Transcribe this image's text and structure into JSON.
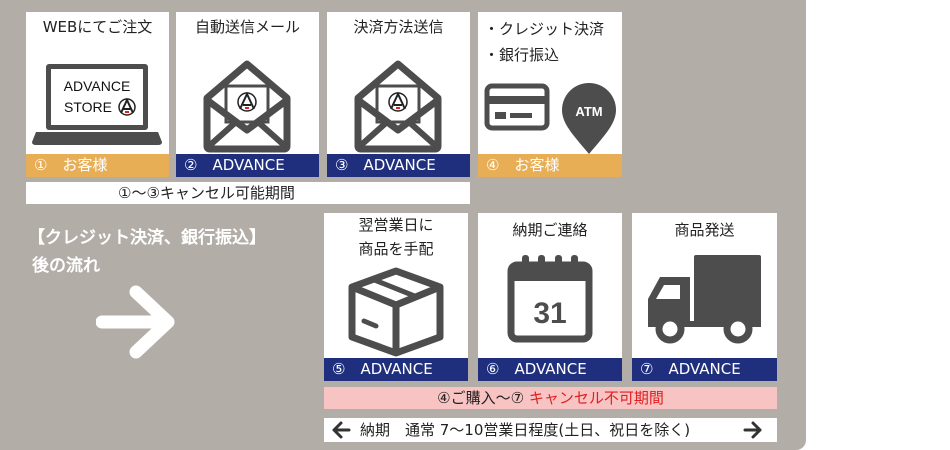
{
  "steps": [
    {
      "title": "WEBにてご注文",
      "label": "①　お客様",
      "icon": "laptop-icon",
      "screen_text": [
        "ADVANCE",
        "STORE"
      ]
    },
    {
      "title": "自動送信メール",
      "label": "②　ADVANCE",
      "icon": "envelope-icon"
    },
    {
      "title": "決済方法送信",
      "label": "③　ADVANCE",
      "icon": "envelope-icon"
    },
    {
      "title_lines": [
        "・クレジット決済",
        "・銀行振込"
      ],
      "label": "④　お客様",
      "icons": [
        "credit-card-icon",
        "atm-pin-icon"
      ],
      "atm_text": "ATM"
    },
    {
      "title_lines": [
        "翌営業日に",
        "商品を手配"
      ],
      "label": "⑤　ADVANCE",
      "icon": "box-icon"
    },
    {
      "title": "納期ご連絡",
      "label": "⑥　ADVANCE",
      "icon": "calendar-icon",
      "calendar_day": "31"
    },
    {
      "title": "商品発送",
      "label": "⑦　ADVANCE",
      "icon": "truck-icon"
    }
  ],
  "cancel_period": "①～③キャンセル可能期間",
  "flow_heading": [
    "【クレジット決済、銀行振込】",
    "後の流れ"
  ],
  "no_cancel": {
    "prefix": "④ご購入～⑦ ",
    "highlight": "キャンセル不可期間"
  },
  "delivery_time": "納期　通常 7～10営業日程度(土日、祝日を除く)",
  "colors": {
    "panel": "#b3ada8",
    "navy": "#1f2f7e",
    "gold": "#e8ae55",
    "pink": "#f8c3c3",
    "red": "#e02020",
    "icon_gray": "#4d4d4d"
  }
}
